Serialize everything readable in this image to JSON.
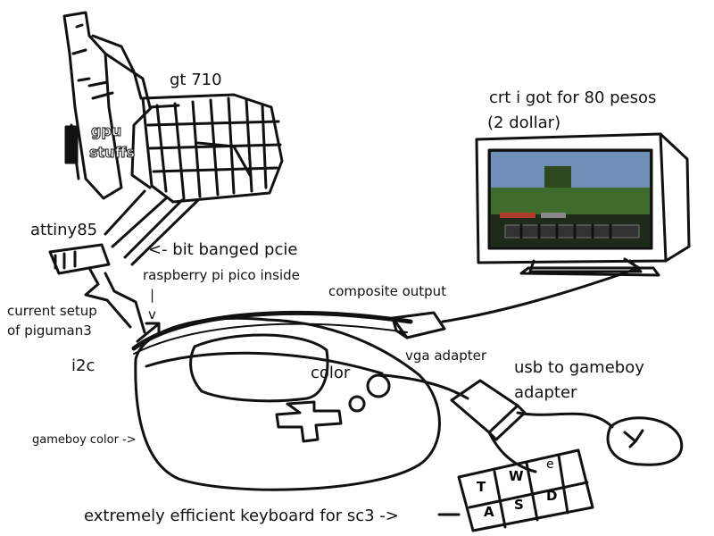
{
  "labels": {
    "gt710": "gt 710",
    "gpu_stuffs_1": "gpu",
    "gpu_stuffs_2": "stuffs",
    "crt_1": "crt i got for 80 pesos",
    "crt_2": "(2 dollar)",
    "attiny": "attiny85",
    "bitbanged": "<- bit banged pcie",
    "pico": "raspberry pi pico inside",
    "pico_pipe": "|",
    "pico_v": "v",
    "composite": "composite output",
    "current_1": "current setup",
    "current_2": "of piguman3",
    "vga": "vga adapter",
    "color": "color",
    "usb_1": "usb to gameboy",
    "usb_2": "adapter",
    "i2c": "i2c",
    "gbcolor": "gameboy color ->",
    "keyboard": "extremely efficient keyboard for sc3 ->"
  },
  "keys": {
    "t": "T",
    "w": "W",
    "e": "e",
    "a": "A",
    "s": "S",
    "d": "D"
  },
  "colors": {
    "ink": "#111111",
    "crt_screen_sky": "#6f8fb8",
    "crt_screen_grass": "#3f6b2c",
    "crt_screen_dark": "#1e2a1a",
    "crt_hotbar_red": "#b23a2a"
  }
}
